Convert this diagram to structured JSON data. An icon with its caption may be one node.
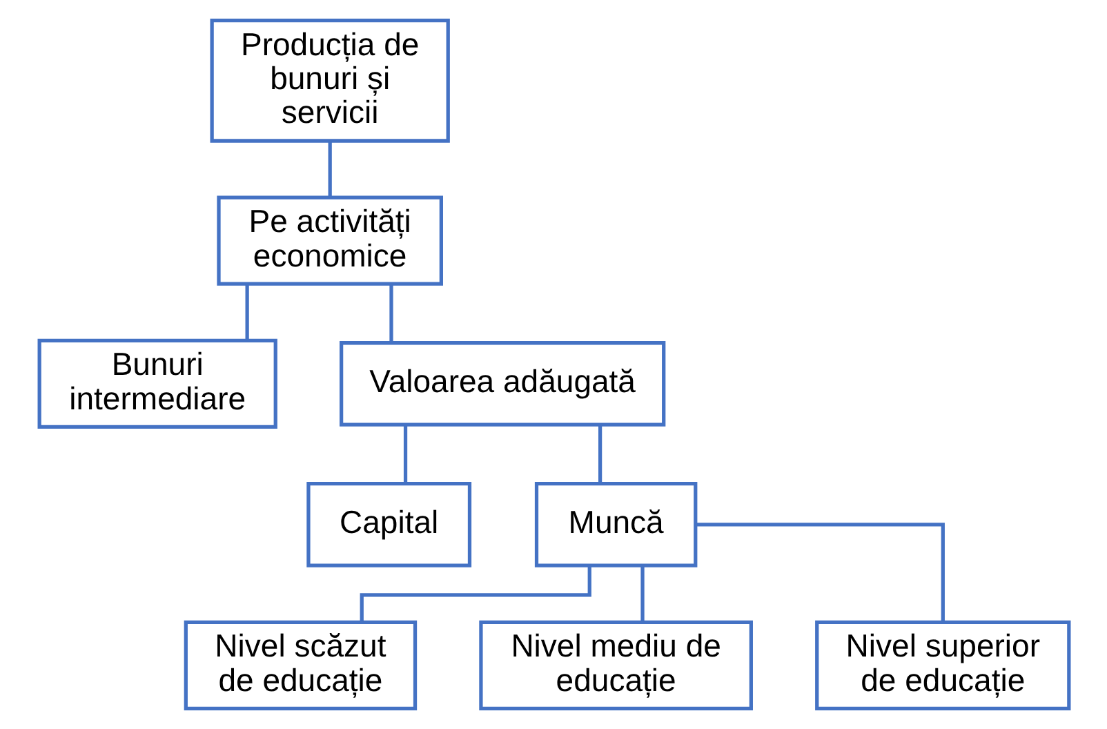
{
  "diagram": {
    "nodes": [
      {
        "text": [
          "Producția de bunuri și servicii"
        ]
      },
      {
        "text": [
          "Pe activități economice"
        ]
      },
      {
        "text": [
          "Bunuri intermediare"
        ]
      },
      {
        "text": [
          "Valoarea adăugată"
        ]
      },
      {
        "text": [
          "Capital"
        ]
      },
      {
        "text": [
          "Muncă"
        ]
      },
      {
        "text": [
          "Nivel scăzut de educație"
        ]
      },
      {
        "text": [
          "Nivel mediu de educație"
        ]
      },
      {
        "text": [
          "Nivel superior de educație"
        ]
      }
    ],
    "edges": [
      {
        "from": 0,
        "to": 1,
        "arrow": "none"
      },
      {
        "from": 1,
        "to": 2,
        "arrow": "none"
      },
      {
        "from": 1,
        "to": 3,
        "arrow": "none"
      },
      {
        "from": 3,
        "to": 4,
        "arrow": "none"
      },
      {
        "from": 3,
        "to": 5,
        "arrow": "none"
      },
      {
        "from": 5,
        "to": 6,
        "arrow": "none"
      },
      {
        "from": 5,
        "to": 7,
        "arrow": "none"
      },
      {
        "from": 5,
        "to": 8,
        "arrow": "none"
      }
    ]
  }
}
